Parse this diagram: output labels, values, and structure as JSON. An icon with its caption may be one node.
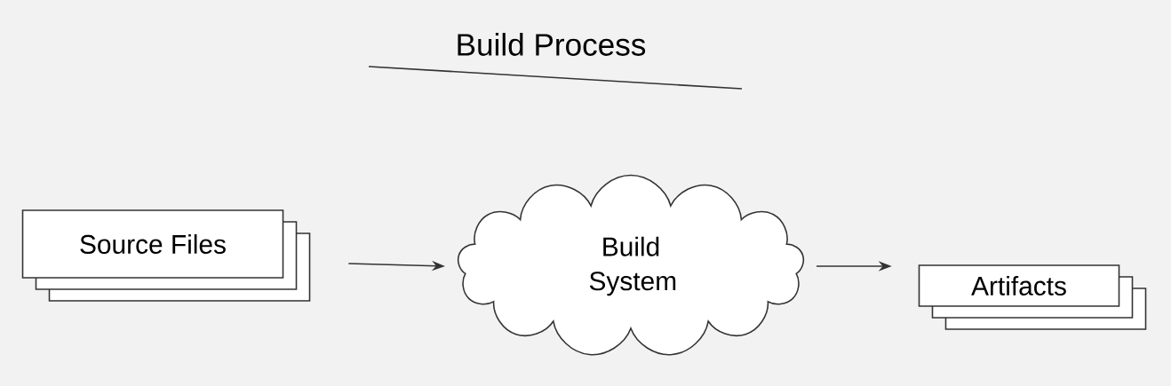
{
  "diagram": {
    "title": "Build Process",
    "nodes": [
      {
        "text": [
          "Source Files"
        ]
      },
      {
        "text": [
          "Build System"
        ]
      },
      {
        "text": [
          "Artifacts"
        ]
      }
    ],
    "edges": [
      {
        "from": 0,
        "to": 1,
        "arrow": "to"
      },
      {
        "from": 1,
        "to": 2,
        "arrow": "to"
      }
    ]
  }
}
